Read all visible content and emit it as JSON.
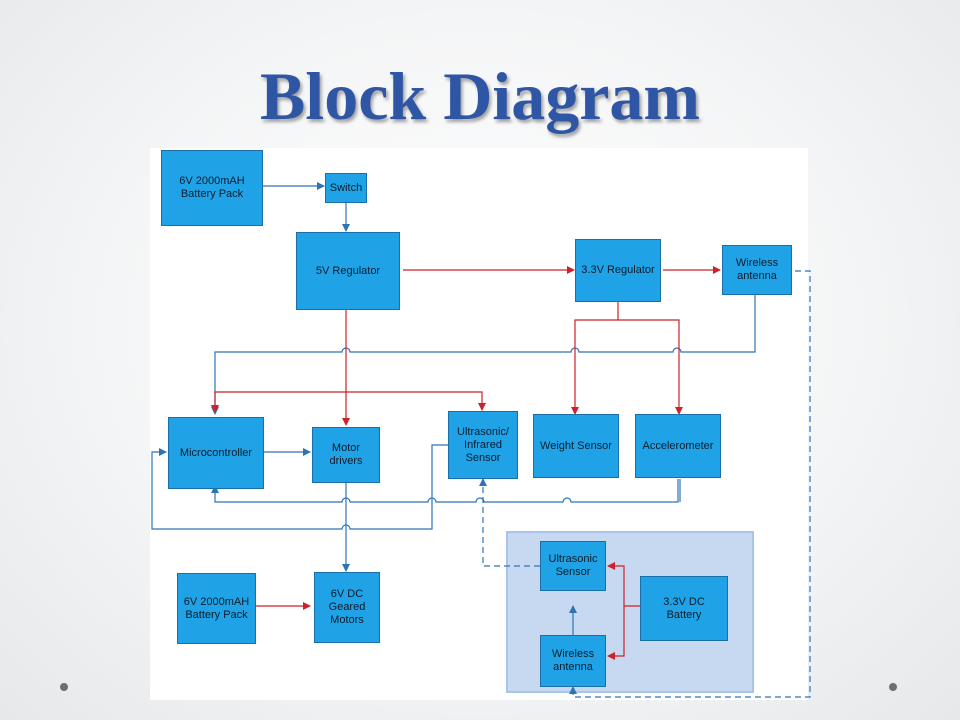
{
  "slide": {
    "title": "Block Diagram"
  },
  "blocks": {
    "battery_top": "6V 2000mAH\nBattery Pack",
    "switch": "Switch",
    "reg5v": "5V Regulator",
    "reg33": "3.3V Regulator",
    "wireless_top": "Wireless\nantenna",
    "microcontroller": "Microcontroller",
    "motor_drivers": "Motor\ndrivers",
    "ultrasonic_ir": "Ultrasonic/\nInfrared\nSensor",
    "weight_sensor": "Weight Sensor",
    "accelerometer": "Accelerometer",
    "battery_bottom": "6V 2000mAH\nBattery Pack",
    "dc_motors": "6V DC\nGeared\nMotors",
    "ultrasonic_remote": "Ultrasonic\nSensor",
    "battery_33": "3.3V DC\nBattery",
    "wireless_remote": "Wireless\nantenna"
  },
  "colors": {
    "block_fill": "#1fa3e6",
    "power_line": "#cc2229",
    "signal_line": "#2e74b5",
    "group_fill": "#c6d9f1",
    "title": "#2f55a5"
  }
}
